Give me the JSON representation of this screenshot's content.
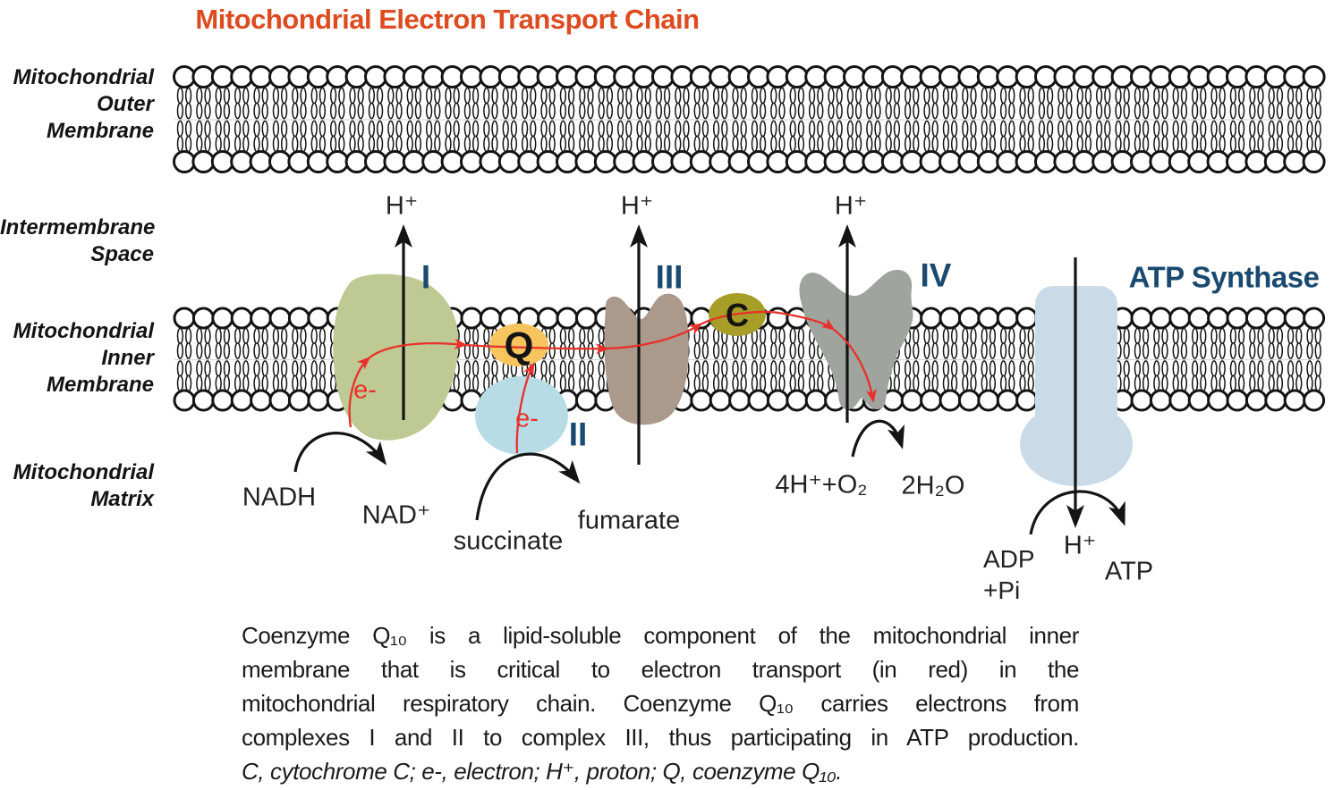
{
  "title": "Mitochondrial Electron Transport Chain",
  "colors": {
    "title_orange": "#dd4b20",
    "label_navy": "#1b4a70",
    "electron_red": "#e8312a",
    "complex_i_green": "#bec993",
    "complex_ii_blue": "#b7dce5",
    "coenzyme_q_orange": "#f8c45e",
    "cytochrome_c_olive": "#a79e27",
    "complex_iii_taupe": "#ab998c",
    "complex_iv_gray": "#9fa49e",
    "atp_synthase_blue": "#cadbe7"
  },
  "region_labels": {
    "outer": [
      "Mitochondrial",
      "Outer",
      "Membrane"
    ],
    "intermembrane": [
      "Intermembrane",
      "Space"
    ],
    "inner": [
      "Mitochondrial",
      "Inner",
      "Membrane"
    ],
    "matrix": [
      "Mitochondrial",
      "Matrix"
    ]
  },
  "complex_labels": {
    "complex_i": "I",
    "complex_ii": "II",
    "complex_iii": "III",
    "complex_iv": "IV",
    "atp_synthase": "ATP Synthase",
    "coenzyme_q": "Q",
    "cytochrome_c": "C"
  },
  "particles": {
    "proton": "H⁺",
    "electron": "e-"
  },
  "molecules": {
    "nadh": "NADH",
    "nad_plus": "NAD⁺",
    "succinate": "succinate",
    "fumarate": "fumarate",
    "oxygen_reactants": "4H⁺+O₂",
    "water_product": "2H₂O",
    "adp_line1": "ADP",
    "adp_line2": "+Pi",
    "atp": "ATP"
  },
  "caption": {
    "lines": [
      "Coenzyme Q₁₀ is a lipid-soluble component of the mitochondrial inner",
      "membrane that is critical to electron transport (in red) in the",
      "mitochondrial respiratory chain. Coenzyme Q₁₀ carries electrons from",
      "complexes I and II to complex III, thus participating in ATP production.",
      "C, cytochrome C; e-, electron; H⁺, proton; Q, coenzyme Q₁₀."
    ]
  }
}
